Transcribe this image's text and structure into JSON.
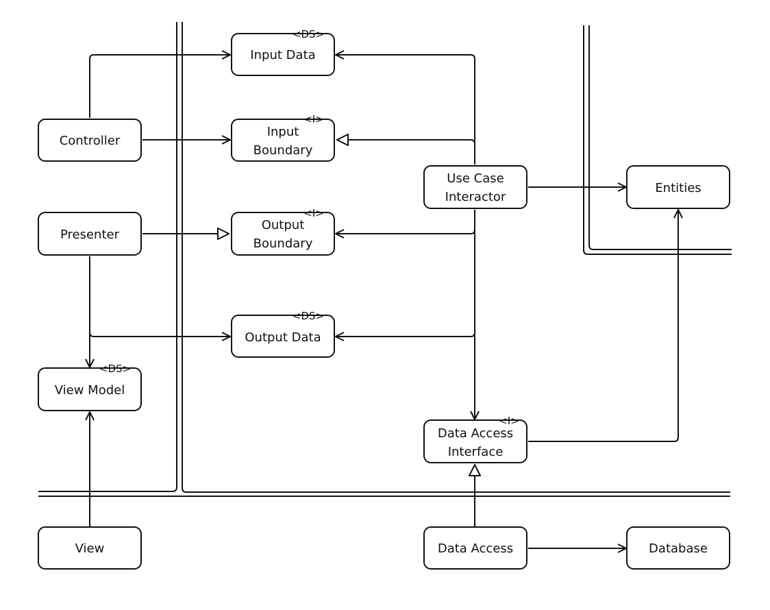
{
  "nodes": {
    "input_data": {
      "label": "Input Data",
      "stereotype": "<DS>"
    },
    "controller": {
      "label": "Controller"
    },
    "input_boundary": {
      "line1": "Input",
      "line2": "Boundary",
      "stereotype": "<I>"
    },
    "use_case_interactor": {
      "line1": "Use Case",
      "line2": "Interactor"
    },
    "entities": {
      "label": "Entities"
    },
    "presenter": {
      "label": "Presenter"
    },
    "output_boundary": {
      "line1": "Output",
      "line2": "Boundary",
      "stereotype": "<I>"
    },
    "output_data": {
      "label": "Output Data",
      "stereotype": "<DS>"
    },
    "view_model": {
      "label": "View Model",
      "stereotype": "<DS>"
    },
    "data_access_interface": {
      "line1": "Data Access",
      "line2": "Interface",
      "stereotype": "<I>"
    },
    "view": {
      "label": "View"
    },
    "data_access": {
      "label": "Data Access"
    },
    "database": {
      "label": "Database"
    }
  },
  "colors": {
    "stroke": "#111111",
    "background": "#ffffff"
  }
}
